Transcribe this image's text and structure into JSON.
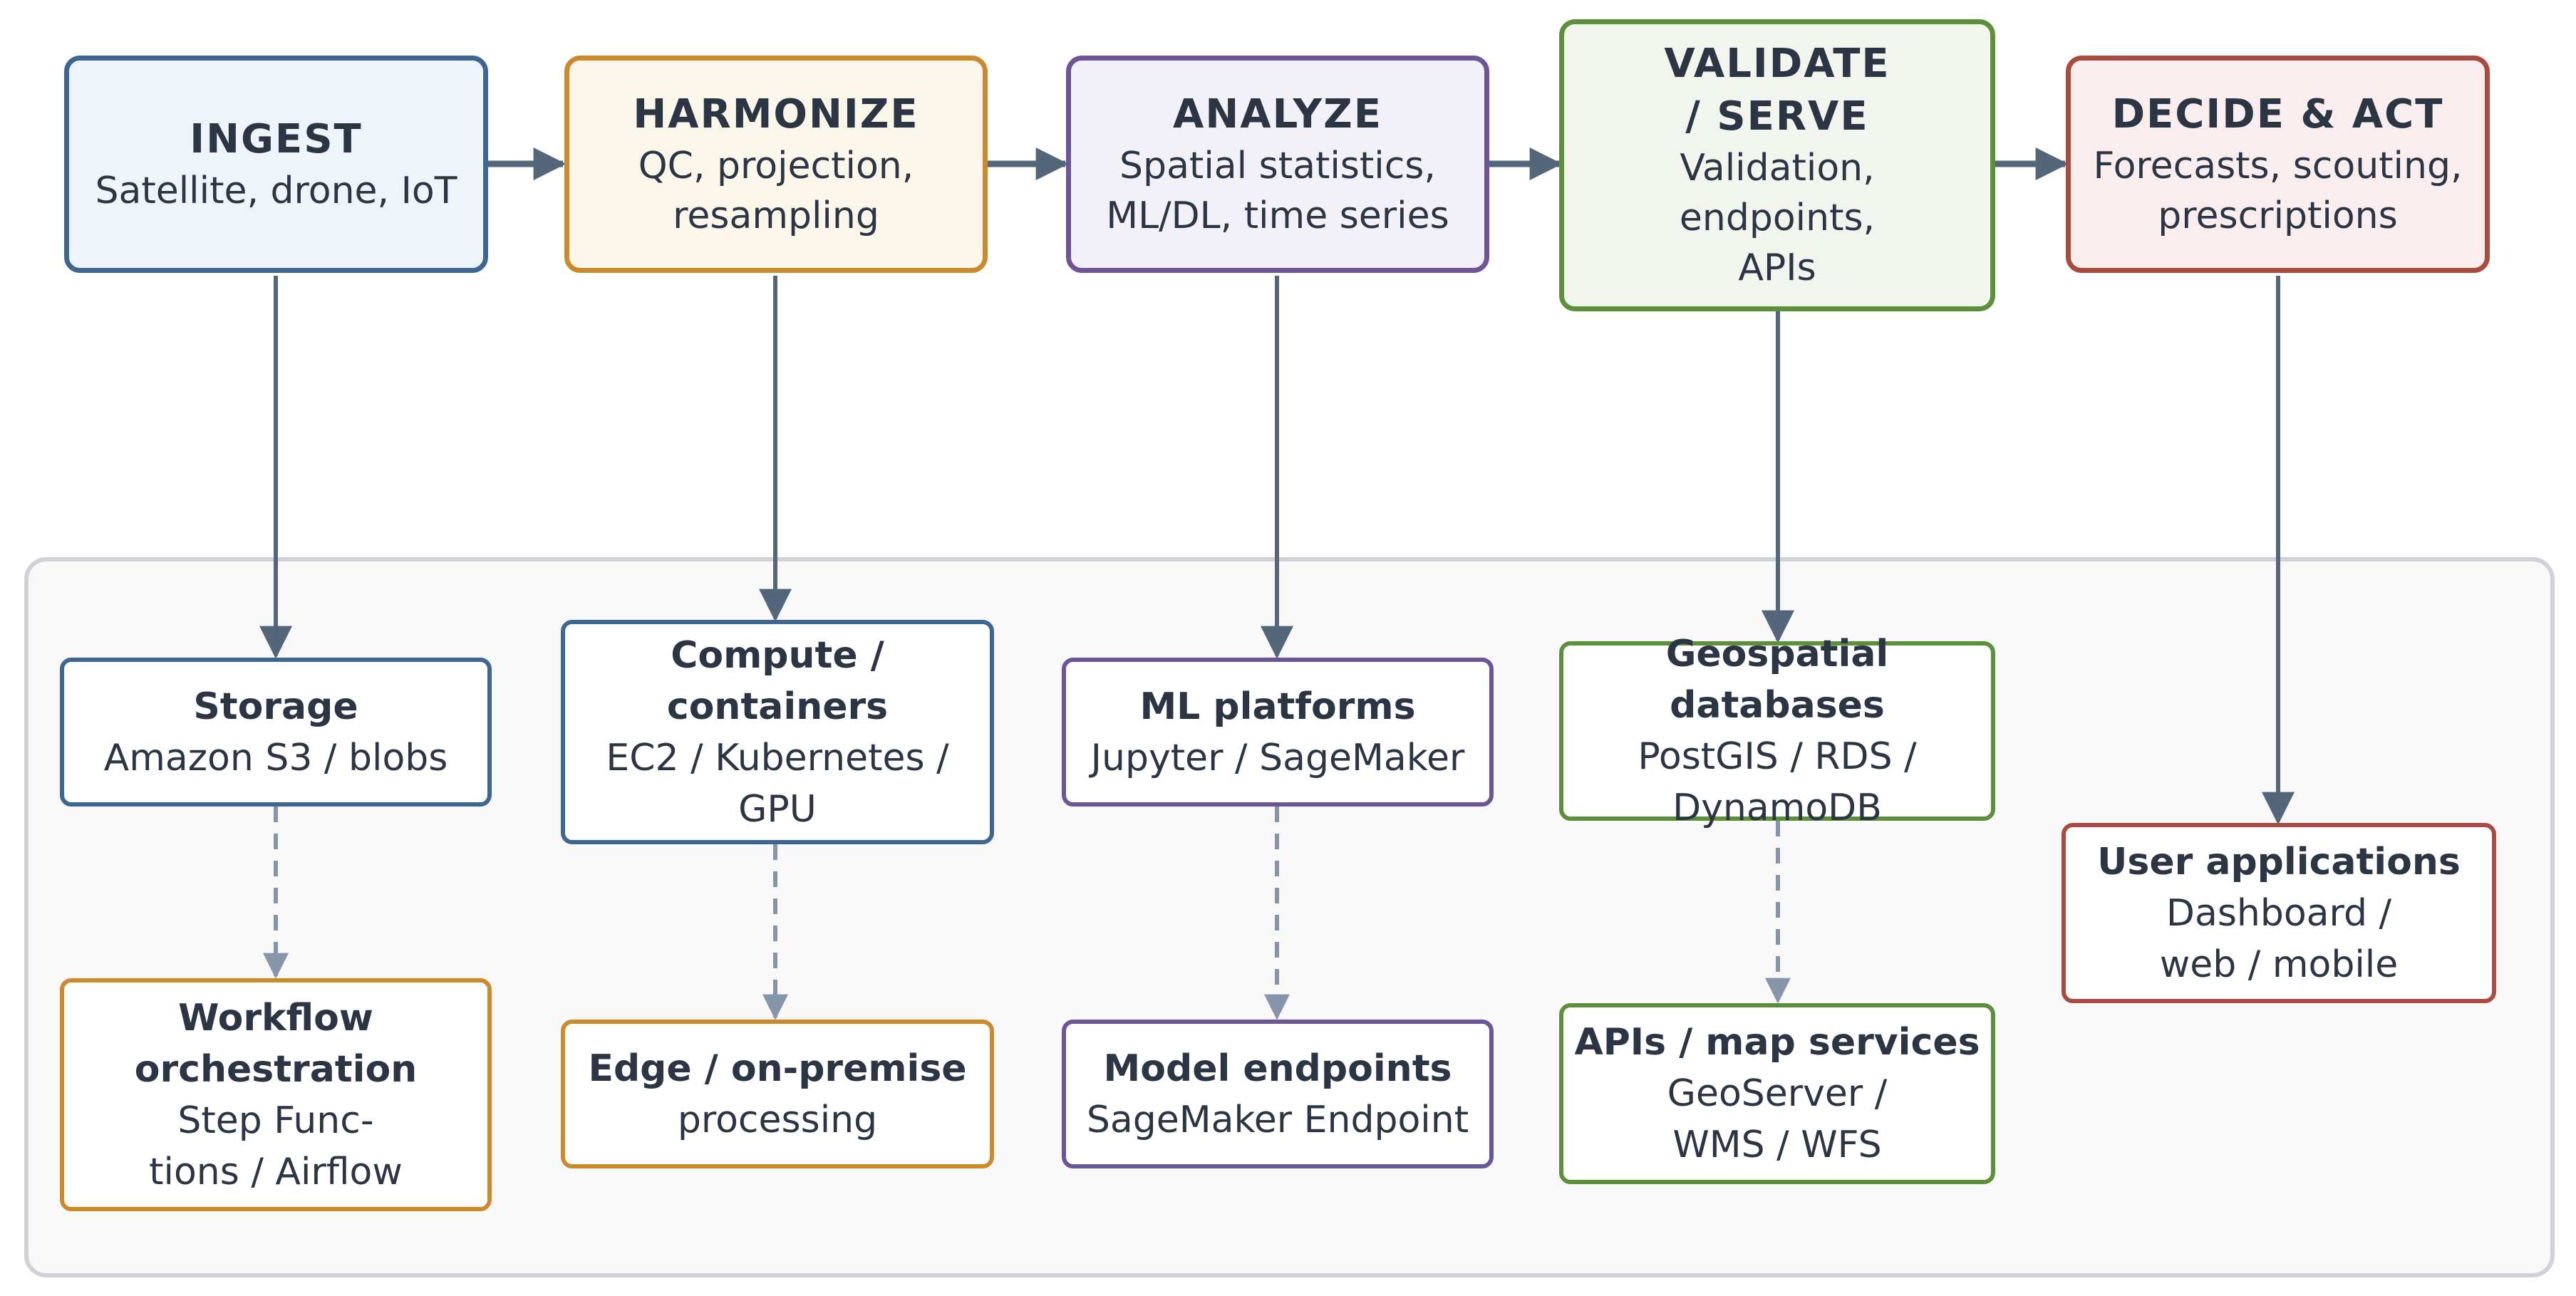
{
  "stages": [
    {
      "title": "INGEST",
      "desc": "Satellite, drone, IoT"
    },
    {
      "title": "HARMONIZE",
      "desc": "QC, projection,\nresampling"
    },
    {
      "title": "ANALYZE",
      "desc": "Spatial statistics,\nML/DL, time series"
    },
    {
      "title": "VALIDATE\n/ SERVE",
      "desc": "Validation,\nendpoints,\nAPIs"
    },
    {
      "title": "DECIDE & ACT",
      "desc": "Forecasts, scouting,\nprescriptions"
    }
  ],
  "services": {
    "storage": {
      "title": "Storage",
      "desc": "Amazon S3 / blobs"
    },
    "compute": {
      "title": "Compute /\ncontainers",
      "desc": "EC2 / Kubernetes /\nGPU"
    },
    "ml": {
      "title": "ML platforms",
      "desc": "Jupyter / SageMaker"
    },
    "geodb": {
      "title": "Geospatial databases",
      "desc": "PostGIS / RDS /\nDynamoDB"
    },
    "userapps": {
      "title": "User applications",
      "desc": "Dashboard /\nweb / mobile"
    },
    "workflow": {
      "title": "Workflow\norchestration",
      "desc": "Step Func-\ntions / Airflow"
    },
    "edge": {
      "title": "Edge / on-premise",
      "desc": "processing"
    },
    "endpoints": {
      "title": "Model endpoints",
      "desc": "SageMaker Endpoint"
    },
    "apis": {
      "title": "APIs / map services",
      "desc": "GeoServer /\nWMS / WFS"
    }
  },
  "colors": {
    "connector": "#546679",
    "dashed": "#8696a8",
    "panel_border": "#cfd3d7",
    "panel_fill": "#f8f8f8"
  }
}
